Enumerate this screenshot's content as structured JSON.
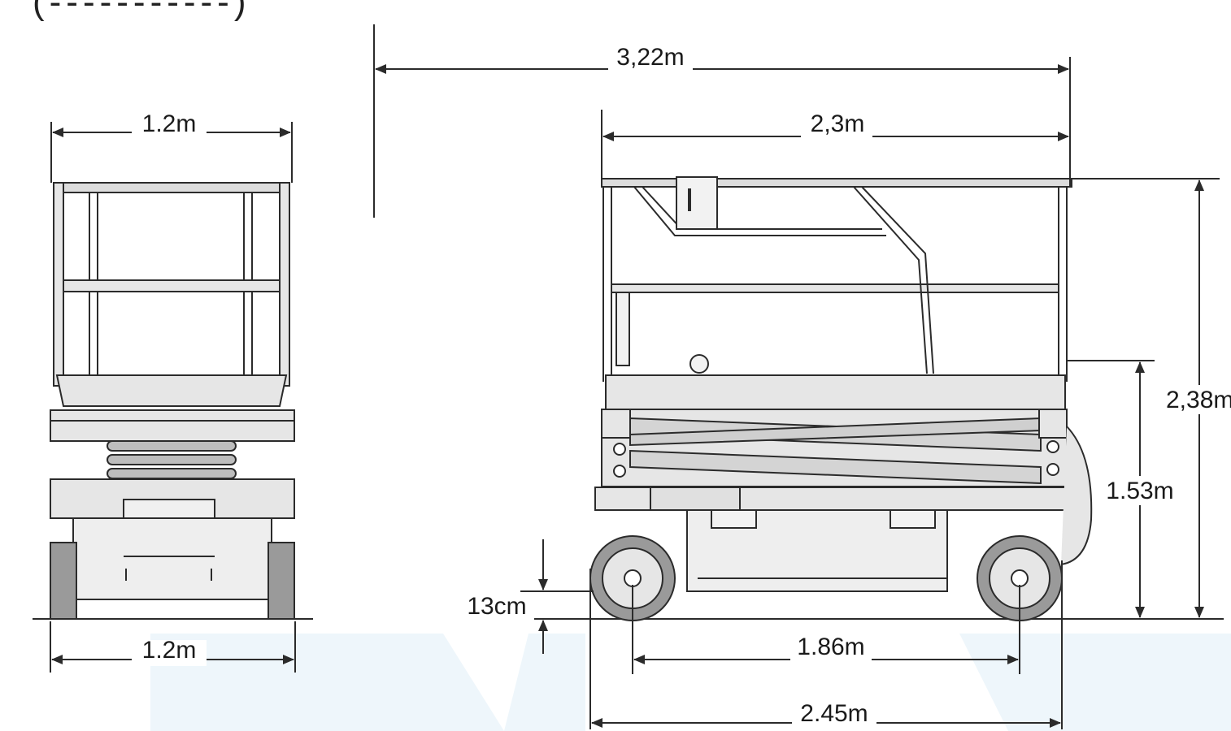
{
  "title_fragment": "(-----------)",
  "front_view": {
    "top_width": "1.2m",
    "bottom_width": "1.2m"
  },
  "side_view": {
    "overall_length": "3,22m",
    "platform_length": "2,3m",
    "overall_height": "2,38m",
    "platform_height": "1.53m",
    "ground_clearance": "13cm",
    "wheelbase": "1.86m",
    "chassis_length": "2.45m"
  },
  "colors": {
    "line": "#2b2b2b",
    "body_fill": "#e6e6e6",
    "tire_fill": "#9a9a9a",
    "shadow": "#eef6fb"
  }
}
